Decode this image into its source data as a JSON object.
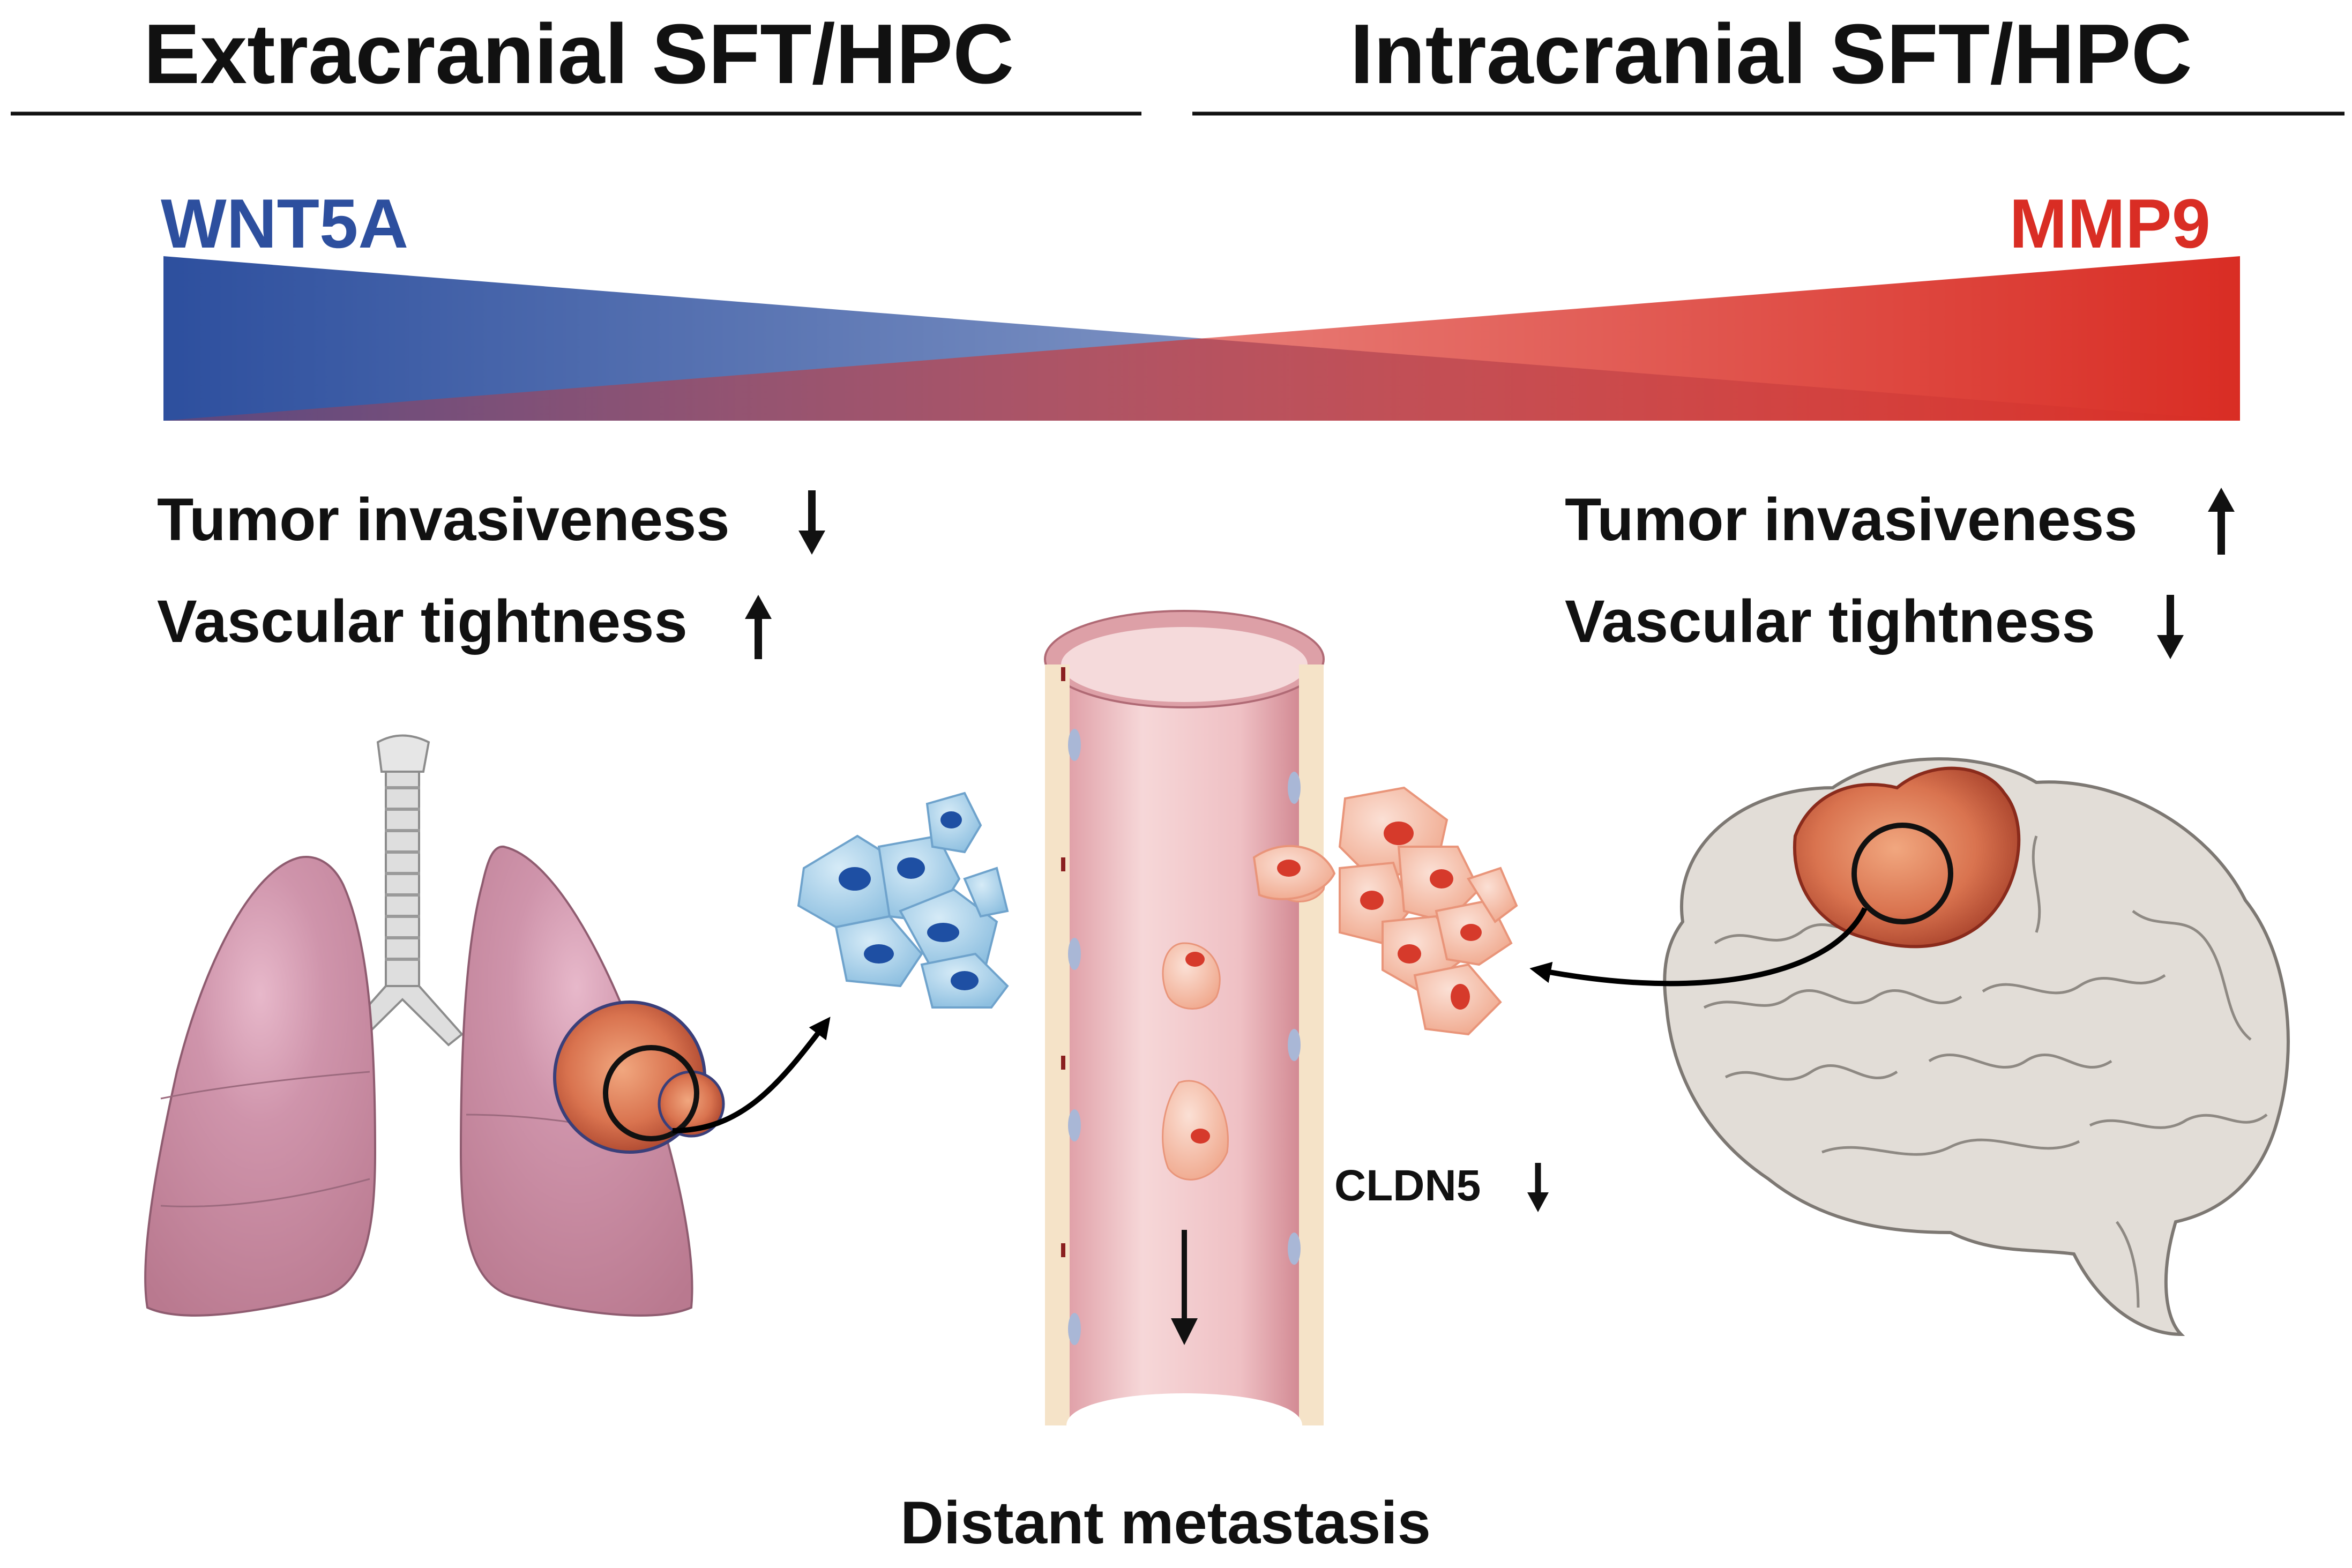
{
  "headers": {
    "left": "Extracranial SFT/HPC",
    "right": "Intracranial SFT/HPC"
  },
  "gradient": {
    "left_label": "WNT5A",
    "right_label": "MMP9",
    "left_color": "#2d4f9e",
    "right_color": "#d92d24"
  },
  "effects": {
    "left": {
      "invasiveness": "Tumor invasiveness",
      "invasiveness_direction": "down",
      "tightness": "Vascular tightness",
      "tightness_direction": "up"
    },
    "right": {
      "invasiveness": "Tumor invasiveness",
      "invasiveness_direction": "up",
      "tightness": "Vascular tightness",
      "tightness_direction": "down"
    }
  },
  "vessel": {
    "marker": "CLDN5",
    "marker_direction": "down",
    "caption": "Distant metastasis"
  },
  "colors": {
    "lung": "#c98aa3",
    "brain": "#e2ddd7",
    "tumor": "#e08060",
    "blue_cells": "#a7cde6",
    "blue_nuclei": "#1e4fa3",
    "pink_cells": "#f5c4b0",
    "pink_nuclei": "#d63a2b",
    "vessel": "#f0c7c9"
  }
}
